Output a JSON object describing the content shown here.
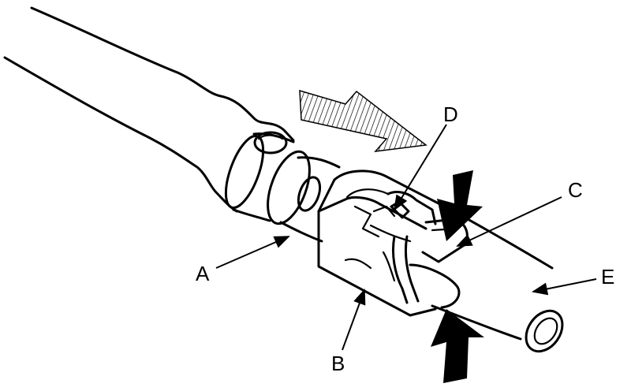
{
  "labels": {
    "a": "A",
    "b": "B",
    "c": "C",
    "d": "D",
    "e": "E"
  },
  "colors": {
    "line": "#000000",
    "background": "#ffffff"
  }
}
